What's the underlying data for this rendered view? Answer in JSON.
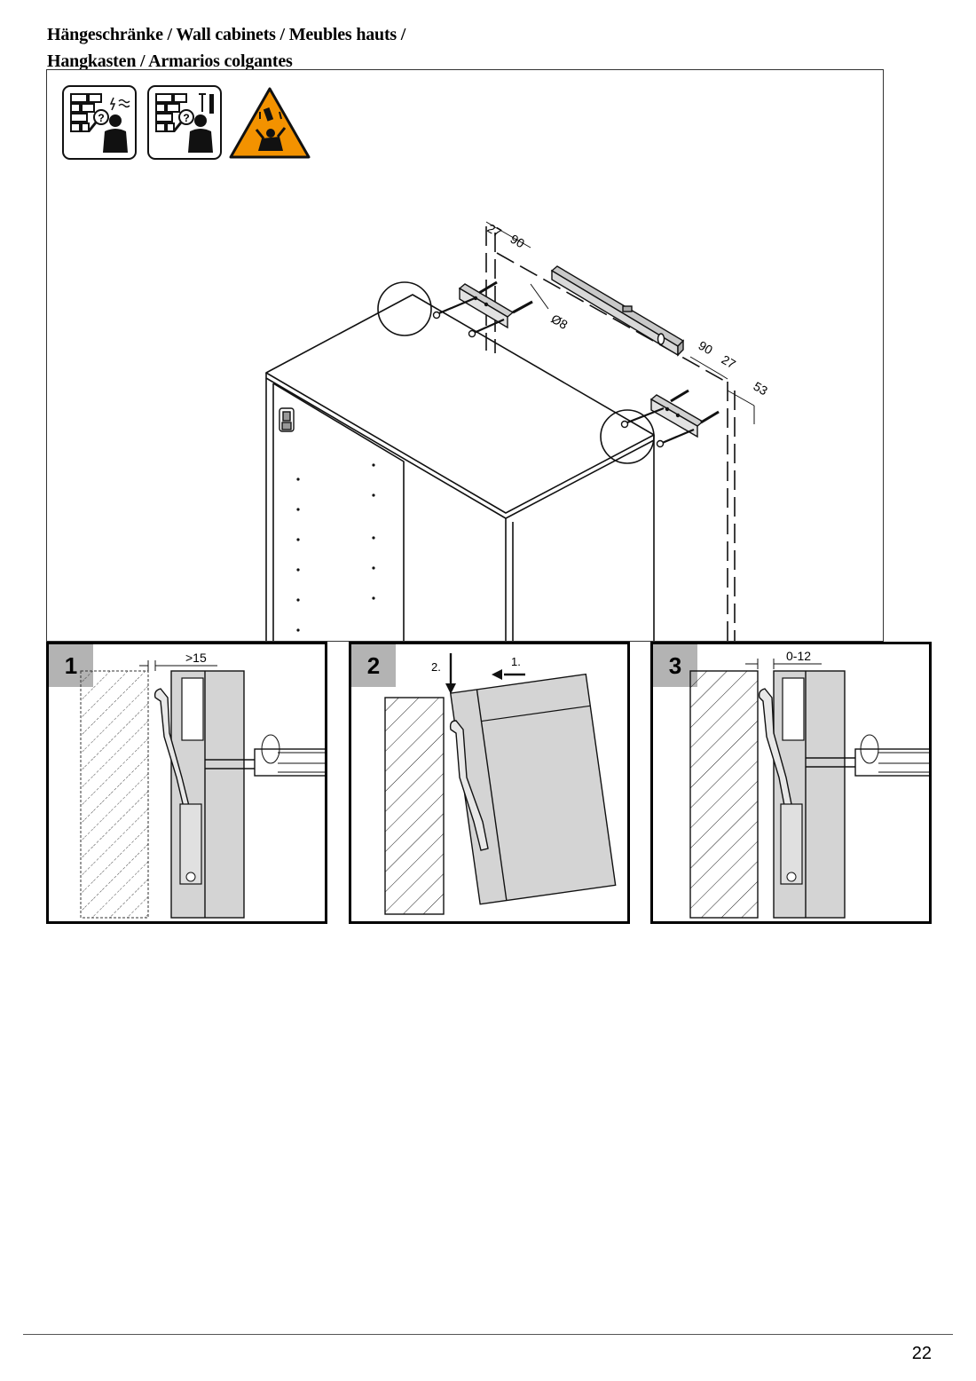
{
  "header": {
    "title_line1": "Hängeschränke / Wall cabinets / Meubles hauts /",
    "title_line2": "Hangkasten / Armarios colgantes"
  },
  "icons": [
    {
      "name": "check-wall-for-cables-pipes-icon"
    },
    {
      "name": "check-wall-fixings-icon"
    },
    {
      "name": "falling-object-warning-icon",
      "color": "#f39200"
    }
  ],
  "main_figure": {
    "dims_left": {
      "a": "27",
      "b": "90",
      "drill": "Ø8"
    },
    "dims_right": {
      "a": "90",
      "b": "27",
      "c": "53"
    }
  },
  "steps": [
    {
      "number": "1",
      "dimension": ">15"
    },
    {
      "number": "2",
      "arrow_down": "2.",
      "arrow_left": "1."
    },
    {
      "number": "3",
      "dimension": "0-12"
    }
  ],
  "footer": {
    "page_number": "22"
  },
  "colors": {
    "panel_gray": "#d4d4d4",
    "number_tab": "#b3b3b3",
    "warning": "#f39200"
  }
}
